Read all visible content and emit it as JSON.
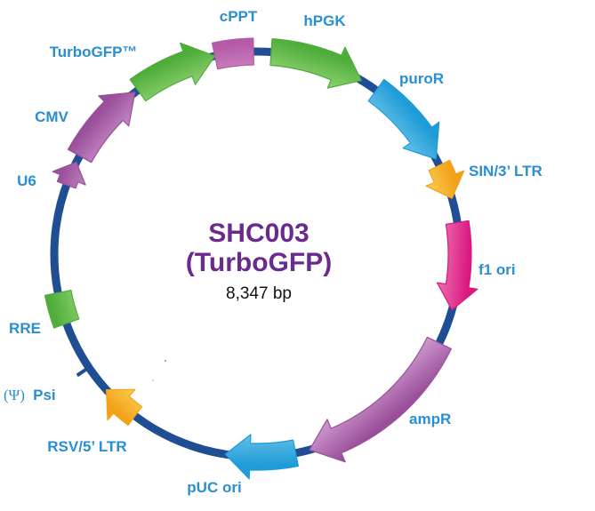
{
  "plasmid": {
    "name": "SHC003",
    "subtitle": "(TurboGFP)",
    "size": "8,347 bp",
    "backbone_color": "#1f4e94"
  },
  "features": [
    {
      "id": "cppt",
      "label": "cPPT",
      "kind": "box",
      "color": "#b45aa6",
      "color_light": "#d99bd0"
    },
    {
      "id": "hpgk",
      "label": "hPGK",
      "kind": "arrow",
      "color": "#4fae3a",
      "color_light": "#a8de8a"
    },
    {
      "id": "puror",
      "label": "puroR",
      "kind": "arrow",
      "color": "#1f9bd6",
      "color_light": "#7fd0f2"
    },
    {
      "id": "sin-ltr",
      "label": "SIN/3’ LTR",
      "kind": "arrow",
      "color": "#f3a01a",
      "color_light": "#fde86a"
    },
    {
      "id": "f1-ori",
      "label": "f1 ori",
      "kind": "arrow",
      "color": "#d9197f",
      "color_light": "#f59ac8"
    },
    {
      "id": "ampr",
      "label": "ampR",
      "kind": "arrow",
      "color": "#9a4f9a",
      "color_light": "#d6a4d6"
    },
    {
      "id": "puc-ori",
      "label": "pUC ori",
      "kind": "arrow",
      "color": "#1f9bd6",
      "color_light": "#7fd0f2"
    },
    {
      "id": "rsv-ltr",
      "label": "RSV/5’ LTR",
      "kind": "arrow",
      "color": "#f3a01a",
      "color_light": "#fde86a"
    },
    {
      "id": "psi",
      "label": "Psi",
      "label_prefix": "(Ψ)",
      "kind": "tick",
      "color": "#1f4e94"
    },
    {
      "id": "rre",
      "label": "RRE",
      "kind": "box",
      "color": "#4fae3a",
      "color_light": "#a8de8a"
    },
    {
      "id": "u6",
      "label": "U6",
      "kind": "arrow",
      "color": "#9a4f9a",
      "color_light": "#d6a4d6"
    },
    {
      "id": "cmv",
      "label": "CMV",
      "kind": "arrow",
      "color": "#9a4f9a",
      "color_light": "#d6a4d6"
    },
    {
      "id": "turbogfp",
      "label": "TurboGFP™",
      "kind": "arrow",
      "color": "#4fae3a",
      "color_light": "#a8de8a"
    }
  ]
}
